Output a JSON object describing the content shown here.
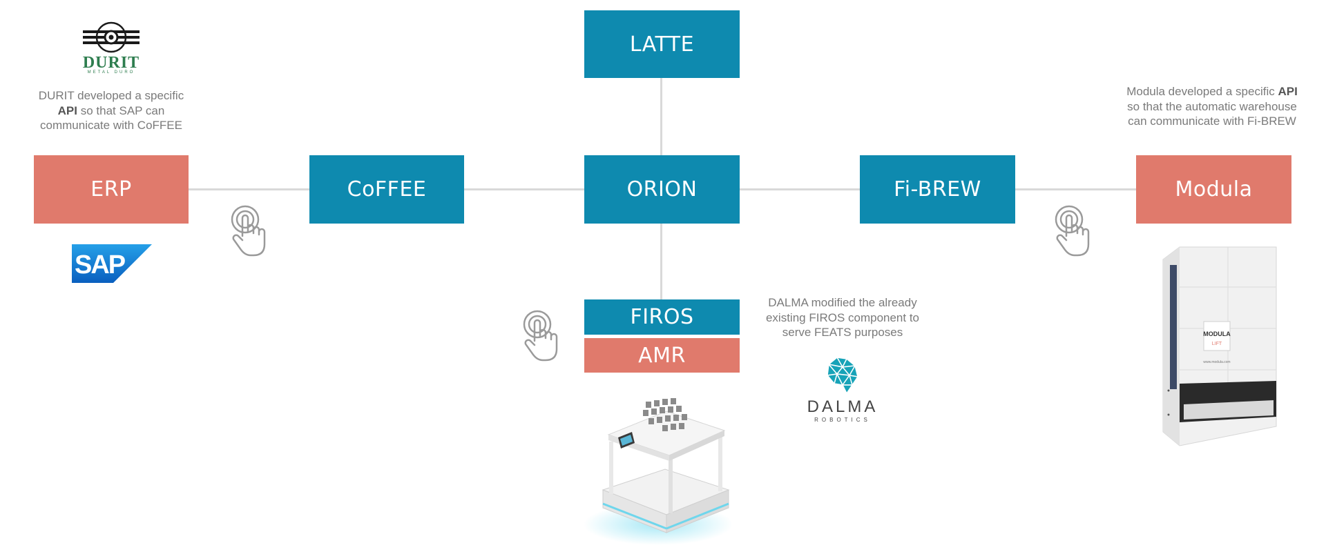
{
  "nodes": {
    "latte": {
      "label": "LATTE",
      "color": "#0e8aaf"
    },
    "erp": {
      "label": "ERP",
      "color": "#e07a6c"
    },
    "coffee": {
      "label": "CoFFEE",
      "color": "#0e8aaf"
    },
    "orion": {
      "label": "ORION",
      "color": "#0e8aaf"
    },
    "fibrew": {
      "label": "Fi-BREW",
      "color": "#0e8aaf"
    },
    "modula": {
      "label": "Modula",
      "color": "#e07a6c"
    },
    "firos": {
      "label": "FIROS",
      "color": "#0e8aaf"
    },
    "amr": {
      "label": "AMR",
      "color": "#e07a6c"
    }
  },
  "notes": {
    "durit": {
      "line1": "DURIT developed a specific",
      "line2_bold": "API",
      "line2_rest": " so that SAP can",
      "line3": "communicate with CoFFEE"
    },
    "modula": {
      "line1_pre": "Modula developed a specific ",
      "line1_bold": "API",
      "line2": "so that the automatic warehouse",
      "line3": "can communicate with Fi-BREW"
    },
    "dalma": {
      "line1": "DALMA modified the already",
      "line2": "existing FIROS component to",
      "line3": "serve FEATS purposes"
    }
  },
  "logos": {
    "durit": {
      "name": "DURIT",
      "tagline": "METAL DURO",
      "color": "#2e7d4f"
    },
    "sap": {
      "name": "SAP",
      "color": "#1a73c8"
    },
    "dalma": {
      "name": "DALMA",
      "tagline": "ROBOTICS",
      "color": "#17a3b8"
    },
    "modula_machine": {
      "brand": "MODULA",
      "sub": "LIFT",
      "url": "www.modula.com"
    }
  },
  "icons": [
    "touch-hand-icon",
    "touch-hand-icon",
    "touch-hand-icon"
  ],
  "colors": {
    "connector": "#d9d9d9",
    "note_text": "#7a7a7a"
  }
}
